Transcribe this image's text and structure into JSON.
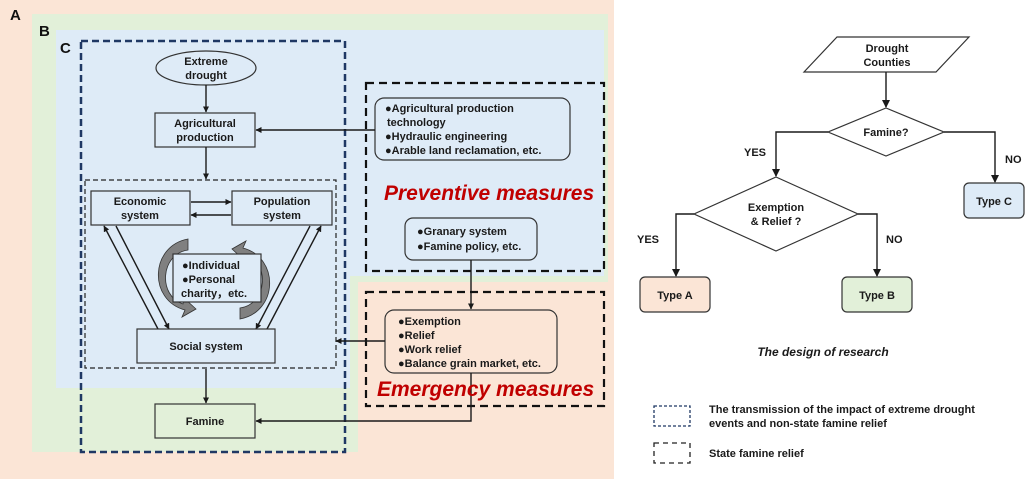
{
  "colors": {
    "region_a": "#fbe5d6",
    "region_b": "#e2f0d9",
    "region_c": "#deebf7",
    "navy_dash": "#1f3864",
    "emphasis_red": "#c00000",
    "type_a_fill": "#fbe5d6",
    "type_b_fill": "#e2f0d9",
    "type_c_fill": "#deebf7"
  },
  "left_panel": {
    "region_labels": [
      "A",
      "B",
      "C"
    ],
    "nodes": {
      "extreme_drought": [
        "Extreme",
        "drought"
      ],
      "agricultural_production": [
        "Agricultural",
        "production"
      ],
      "economic_system": [
        "Economic",
        "system"
      ],
      "population_system": [
        "Population",
        "system"
      ],
      "individual_box": [
        "●Individual",
        "●Personal",
        "charity，etc."
      ],
      "social_system": "Social system",
      "famine": "Famine"
    },
    "preventive": {
      "title": "Preventive measures",
      "box1": [
        "●Agricultural production",
        "technology",
        "●Hydraulic engineering",
        "●Arable land reclamation, etc."
      ],
      "box2": [
        "●Granary system",
        "●Famine policy, etc."
      ]
    },
    "emergency": {
      "title": "Emergency measures",
      "box": [
        "●Exemption",
        "●Relief",
        "●Work relief",
        "●Balance grain market, etc."
      ]
    }
  },
  "right_panel": {
    "start": [
      "Drought",
      "Counties"
    ],
    "decision1": "Famine?",
    "decision2": [
      "Exemption",
      "& Relief ?"
    ],
    "yes1": "YES",
    "no1": "NO",
    "yes2": "YES",
    "no2": "NO",
    "type_a": "Type A",
    "type_b": "Type B",
    "type_c": "Type C",
    "caption": "The design of research"
  },
  "legend": {
    "items": [
      {
        "style": "navy-dashed",
        "lines": [
          "The transmission of the impact of extreme drought",
          "events and non-state famine relief"
        ]
      },
      {
        "style": "black-dashed",
        "lines": [
          "State famine relief"
        ]
      }
    ]
  }
}
